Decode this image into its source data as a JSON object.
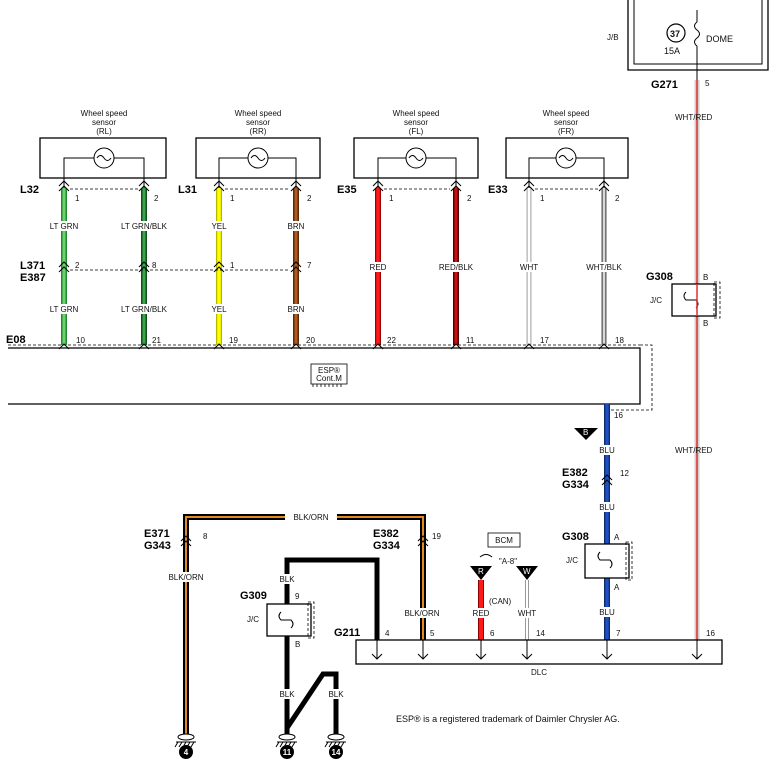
{
  "jb": {
    "label": "J/B",
    "fuse_no": "37",
    "amp": "15A",
    "name": "DOME"
  },
  "connectors": {
    "G271": "G271",
    "L32": "L32",
    "L31": "L31",
    "E35": "E35",
    "E33": "E33",
    "L371": "L371",
    "E387": "E387",
    "E08": "E08",
    "G308_top": "G308",
    "G308_bottom": "G308",
    "E382_mid": "E382",
    "G334_mid": "G334",
    "E371": "E371",
    "G343": "G343",
    "E382_low": "E382",
    "G334_low": "G334",
    "G309": "G309",
    "G211": "G211"
  },
  "sensors": [
    {
      "l1": "Wheel speed",
      "l2": "sensor",
      "l3": "(RL)"
    },
    {
      "l1": "Wheel speed",
      "l2": "sensor",
      "l3": "(RR)"
    },
    {
      "l1": "Wheel speed",
      "l2": "sensor",
      "l3": "(FL)"
    },
    {
      "l1": "Wheel speed",
      "l2": "sensor",
      "l3": "(FR)"
    }
  ],
  "wires": {
    "lt_grn": "LT GRN",
    "lt_grn_blk": "LT GRN/BLK",
    "yel": "YEL",
    "brn": "BRN",
    "red": "RED",
    "red_blk": "RED/BLK",
    "wht": "WHT",
    "wht_blk": "WHT/BLK",
    "wht_red": "WHT/RED",
    "blu": "BLU",
    "blk_orn": "BLK/ORN",
    "blk": "BLK"
  },
  "pins": {
    "s1": "1",
    "s2": "2",
    "l_rl": "2",
    "l_rr1": "8",
    "l_rr2": "1",
    "l_fl": "7",
    "e08_1": "10",
    "e08_2": "21",
    "e08_3": "19",
    "e08_4": "20",
    "e08_5": "22",
    "e08_6": "11",
    "e08_7": "17",
    "e08_8": "18",
    "esp16": "16",
    "g271": "5",
    "mid12": "12",
    "e371": "8",
    "low19": "19",
    "g309": "9",
    "g309b": "B",
    "g308t_a": "B",
    "g308t_b": "B",
    "g308b_a": "A",
    "g308b_b": "A",
    "dlc4": "4",
    "dlc5": "5",
    "dlc6": "6",
    "dlc14": "14",
    "dlc7": "7",
    "dlc16": "16"
  },
  "jc": "J/C",
  "esp_module": {
    "l1": "ESP®",
    "l2": "Cont.M"
  },
  "bcm": {
    "label": "BCM",
    "a8": "\"A-8\""
  },
  "markers": {
    "B": "B",
    "R": "R",
    "W": "W"
  },
  "can": "(CAN)",
  "dlc": "DLC",
  "grounds": [
    "4",
    "11",
    "14"
  ],
  "trademark": "ESP® is a registered trademark of Daimler Chrysler AG."
}
